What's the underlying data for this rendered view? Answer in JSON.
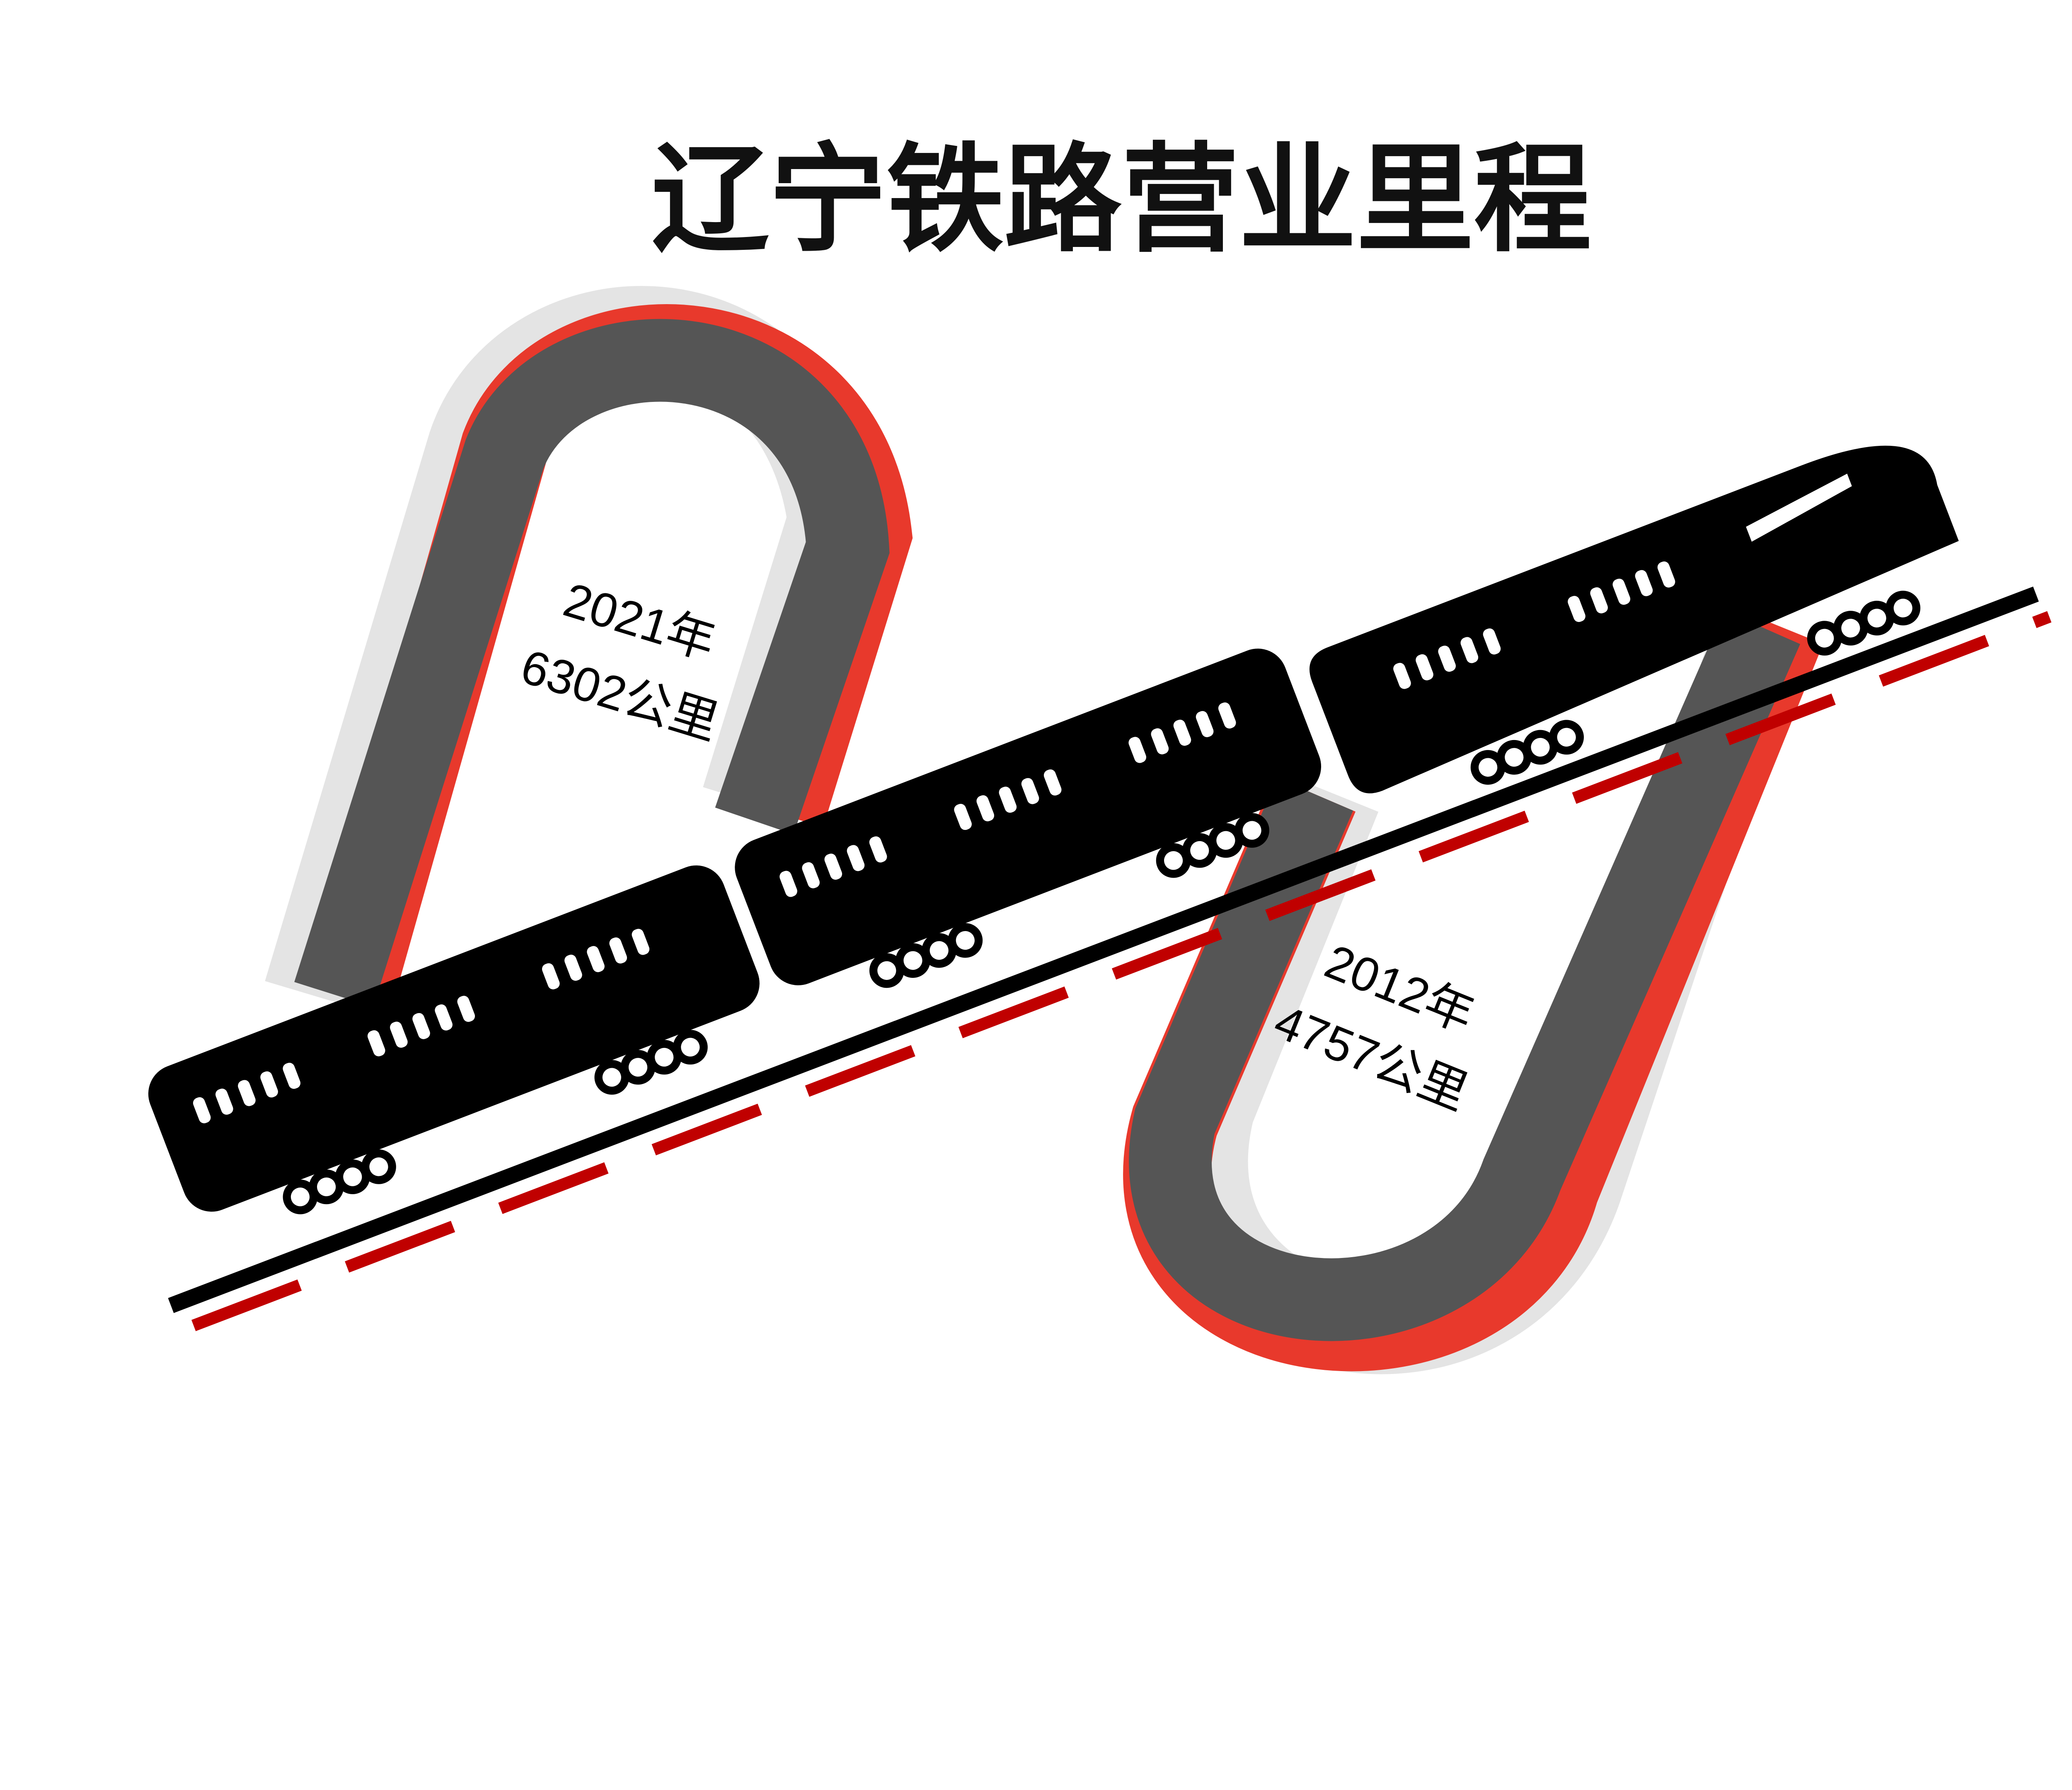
{
  "title": "辽宁铁路营业里程",
  "milestones": [
    {
      "year": "2021年",
      "distance": "6302公里"
    },
    {
      "year": "2012年",
      "distance": "4757公里"
    }
  ],
  "colors": {
    "track": "#555555",
    "accent": "#e8392c",
    "dash": "#c00000",
    "train": "#000000"
  },
  "icons": [
    "train-car-icon",
    "locomotive-icon",
    "wheel-icon",
    "window-icon"
  ]
}
